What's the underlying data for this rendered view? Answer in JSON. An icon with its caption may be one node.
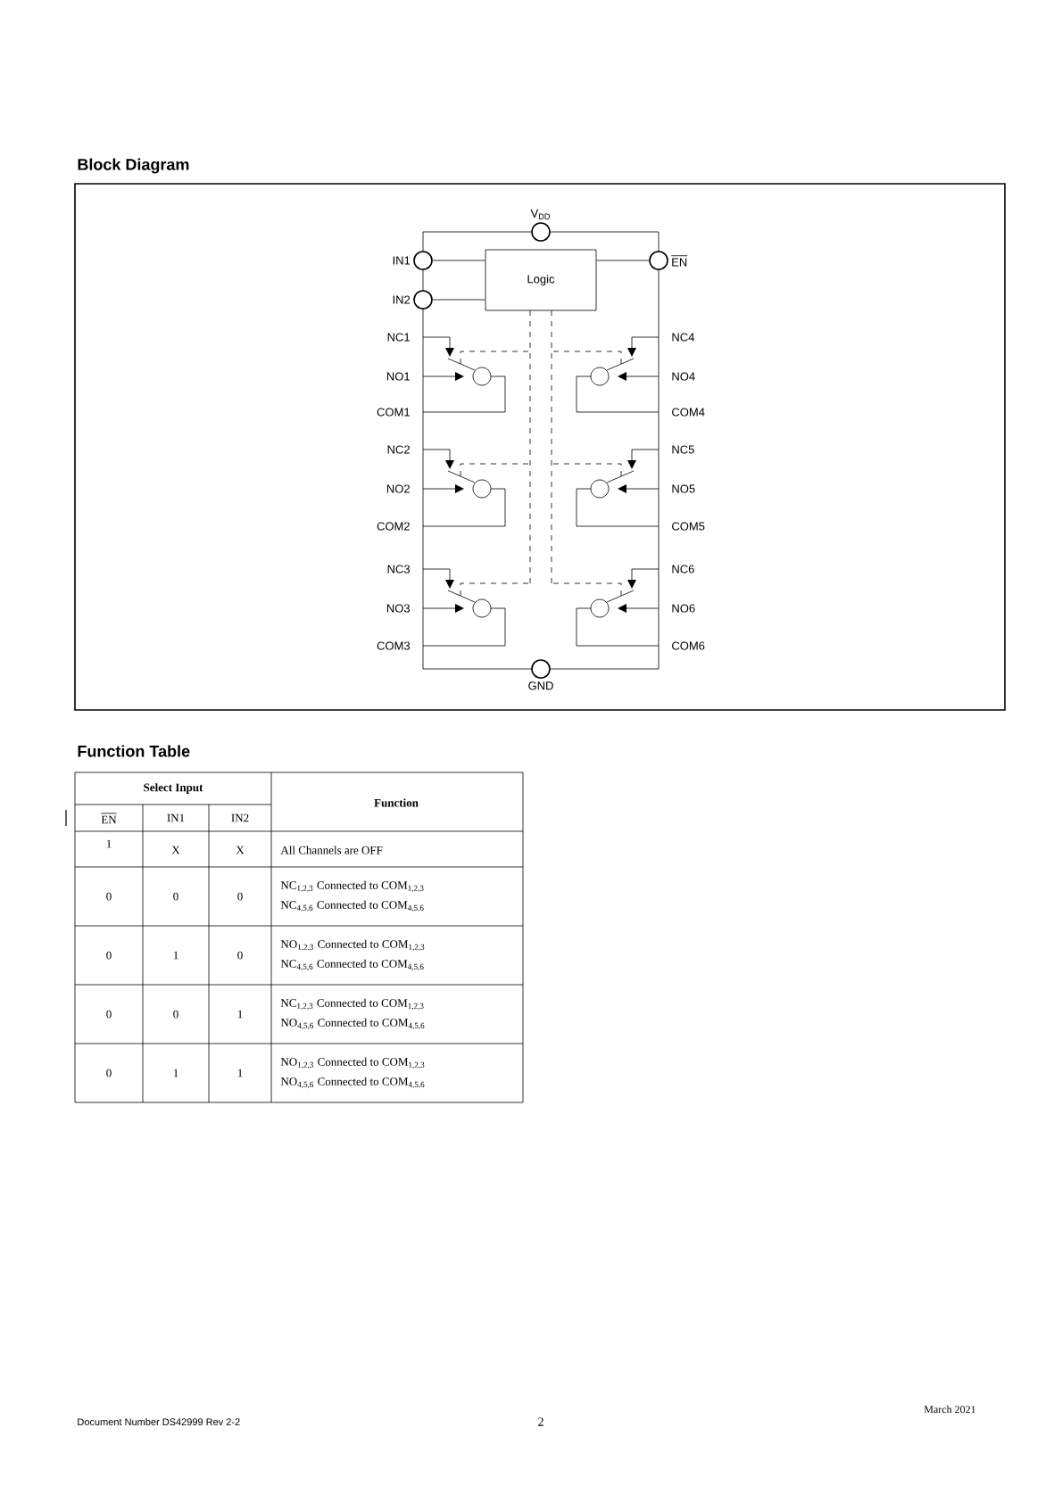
{
  "diagram": {
    "nodes": [
      {
        "text": [
          "Logic"
        ]
      },
      {
        "text": [
          "V$_{DD}$"
        ]
      },
      {
        "text": [
          "IN1"
        ]
      },
      {
        "text": [
          "IN2"
        ]
      },
      {
        "text": [
          "EN"
        ]
      },
      {
        "text": [
          "GND"
        ]
      }
    ],
    "edges": [
      {
        "from": 2,
        "to": 0,
        "arrow": "none"
      },
      {
        "from": 3,
        "to": 0,
        "arrow": "none"
      },
      {
        "from": 4,
        "to": 0,
        "arrow": "none"
      }
    ],
    "labels": [
      "Block Diagram",
      "NC1",
      "NC4",
      "NO1",
      "NO4",
      "COM1",
      "COM4",
      "NC2",
      "NC5",
      "NO2",
      "NO5",
      "COM2",
      "COM5",
      "NC3",
      "NC6",
      "NO3",
      "NO6",
      "COM3",
      "COM6",
      "Function Table",
      "Select Input",
      "Function",
      "EN",
      "IN1",
      "IN2",
      "1",
      "X",
      "X",
      "All Channels are OFF",
      "0",
      "0",
      "0",
      "NC$_{1,2,3}$ Connected to COM$_{1,2,3}$",
      "NC$_{4,5,6}$ Connected to COM$_{4,5,6}$",
      "0",
      "1",
      "0",
      "NO$_{1,2,3}$ Connected to COM$_{1,2,3}$",
      "NC$_{4,5,6}$ Connected to COM$_{4,5,6}$",
      "0",
      "0",
      "1",
      "NC$_{1,2,3}$ Connected to COM$_{1,2,3}$",
      "NO$_{4,5,6}$ Connected to COM$_{4,5,6}$",
      "0",
      "1",
      "1",
      "NO$_{1,2,3}$ Connected to COM$_{1,2,3}$",
      "NO$_{4,5,6}$ Connected to COM$_{4,5,6}$",
      "Document Number DS42999 Rev 2-2",
      "2",
      "March 2021"
    ]
  }
}
